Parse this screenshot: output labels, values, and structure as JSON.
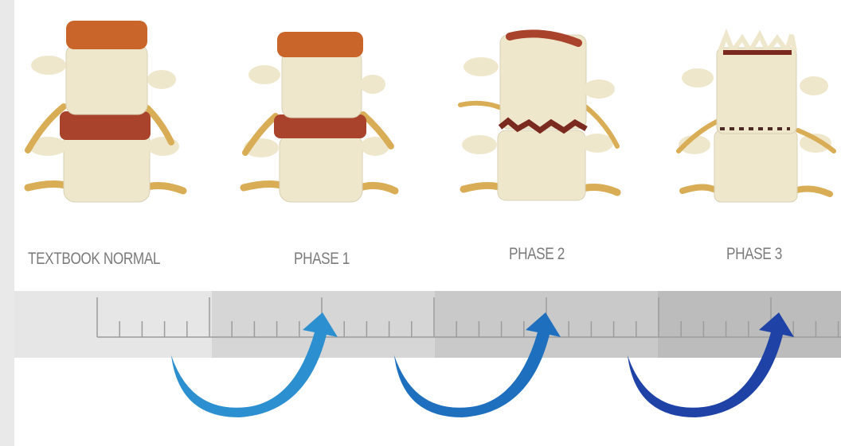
{
  "stages": [
    {
      "label": "TEXTBOOK NORMAL"
    },
    {
      "label": "PHASE 1"
    },
    {
      "label": "PHASE 2"
    },
    {
      "label": "PHASE 3"
    }
  ],
  "colors": {
    "disc": "#a9432b",
    "endplate": "#c9652a",
    "bone": "#efe7cc",
    "nerve": "#d8ad55",
    "arrow_1": "#2b8fd0",
    "arrow_2": "#1f6fbf",
    "arrow_3": "#1e42a6",
    "label": "#7b7b7b"
  }
}
